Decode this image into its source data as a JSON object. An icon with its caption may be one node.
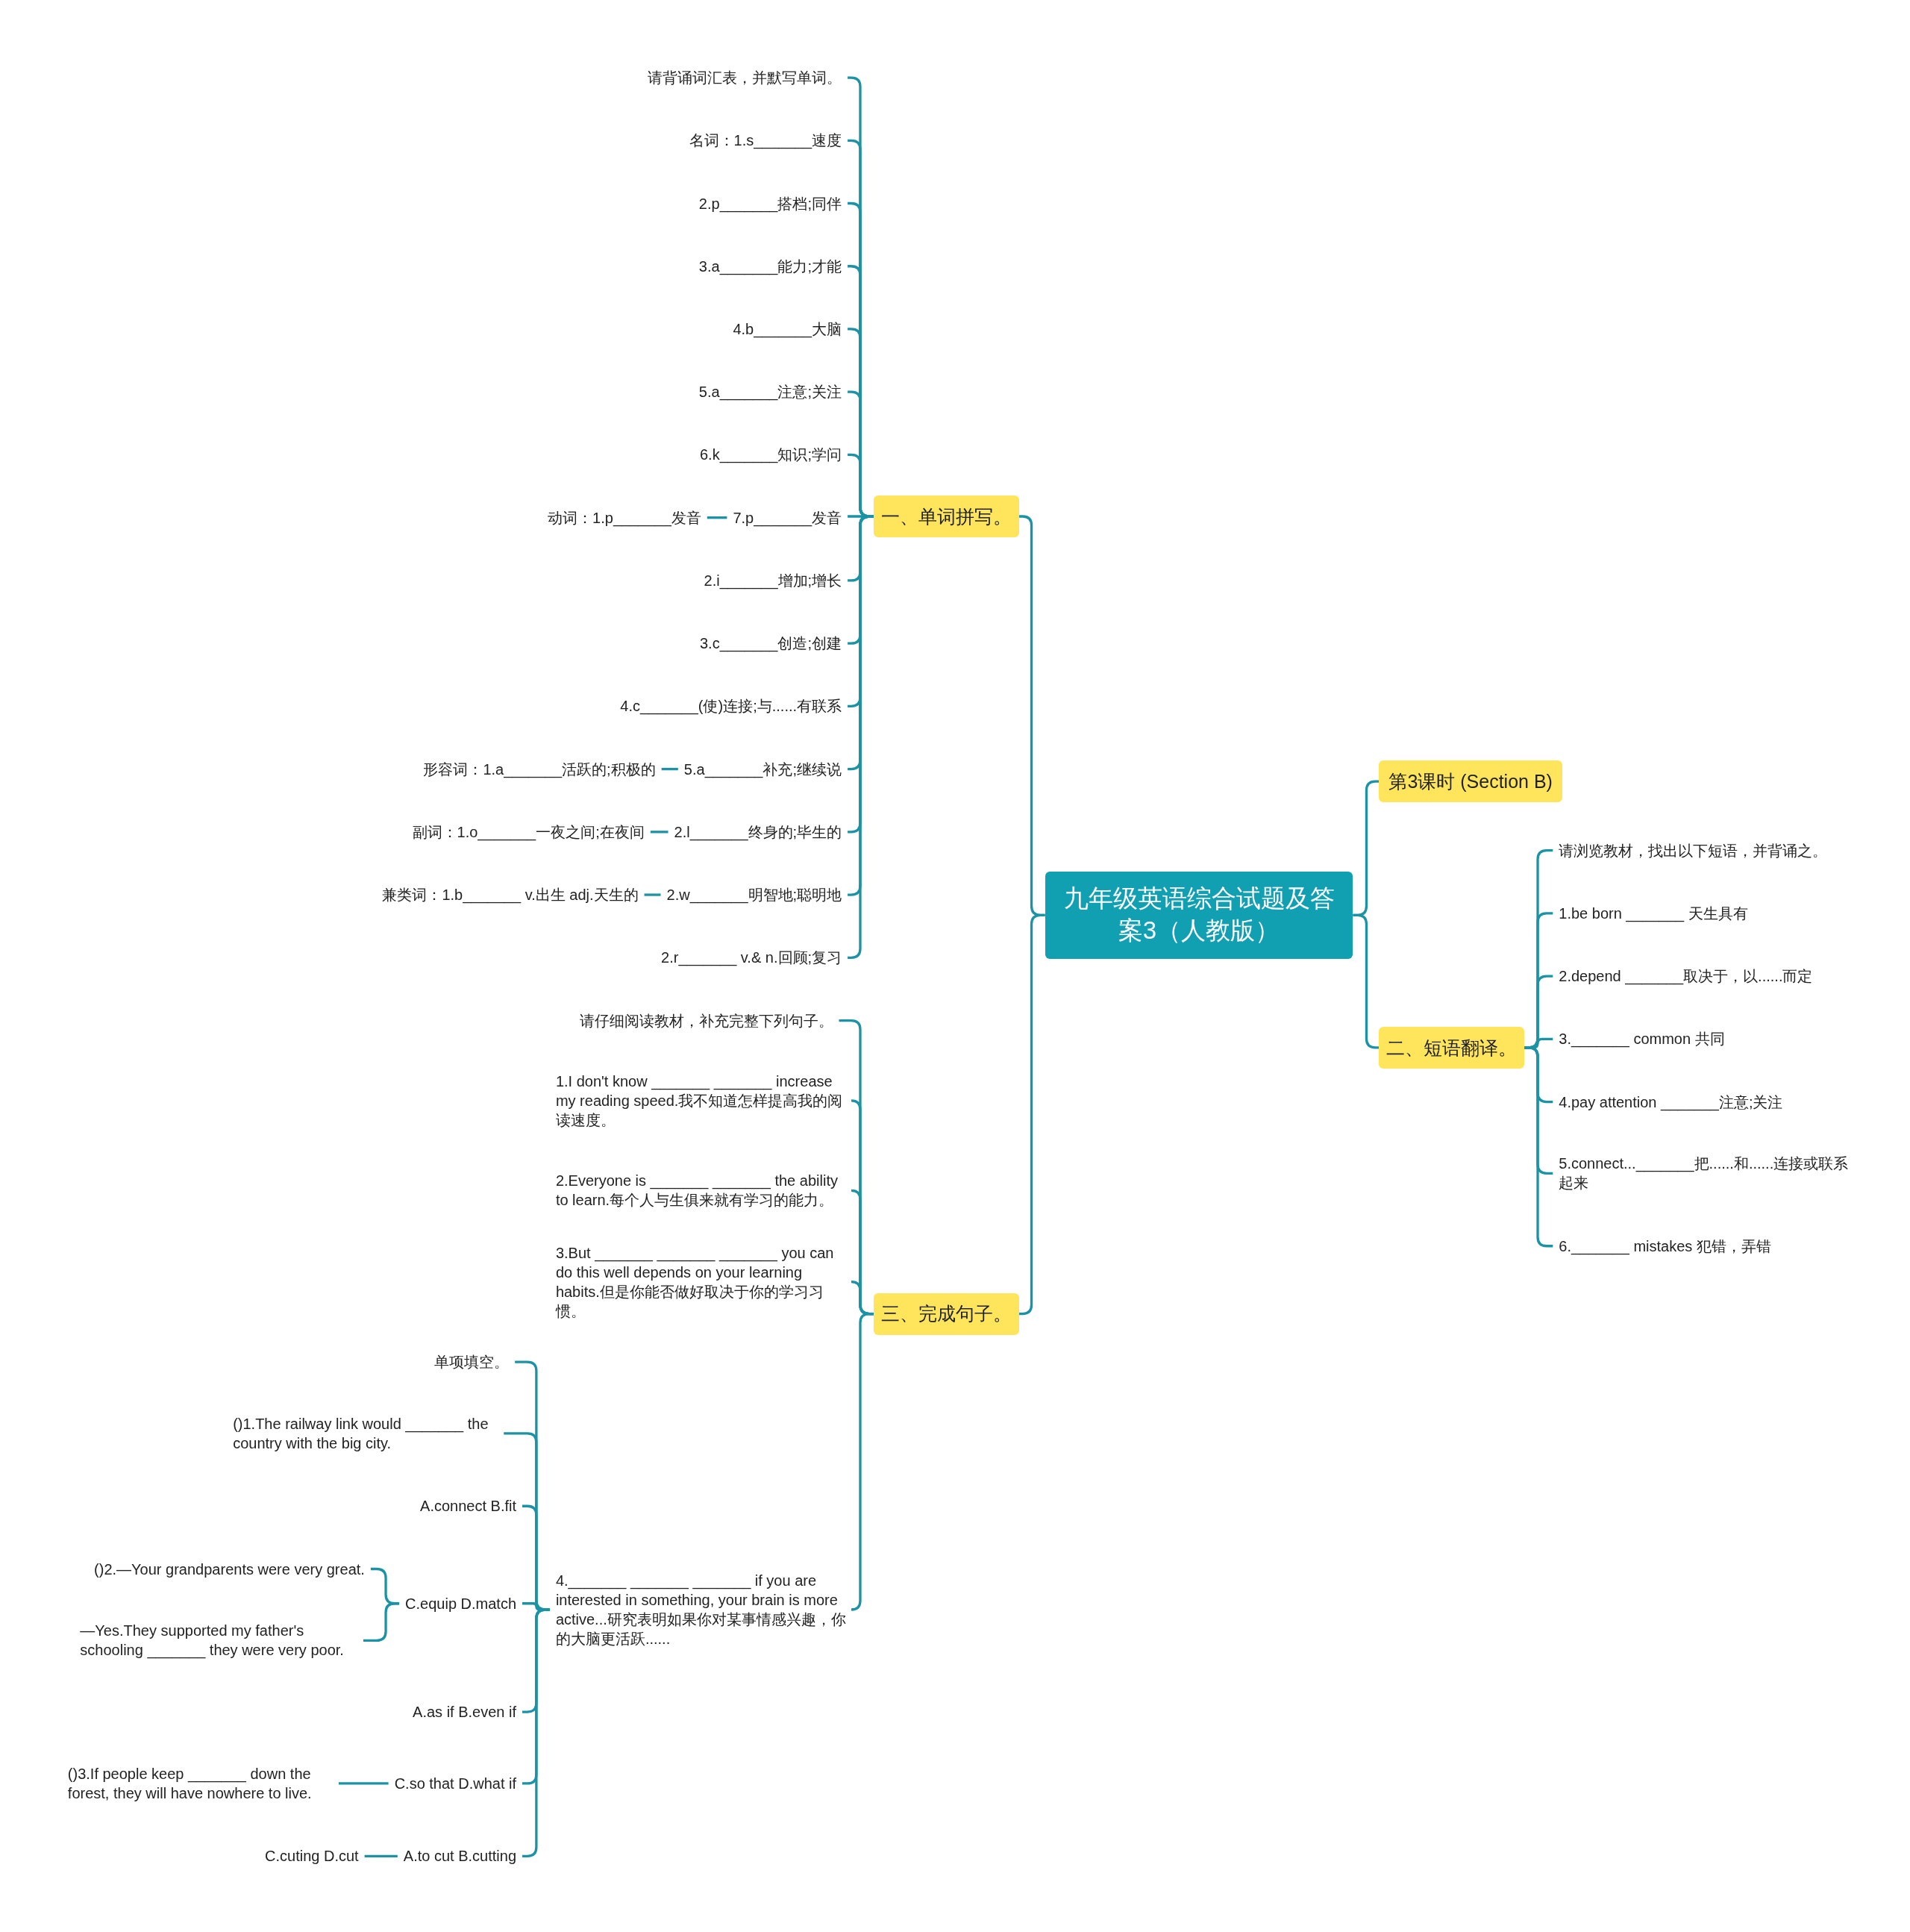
{
  "diagram": {
    "nodes": [
      {
        "text": [
          "九年级英语综合试题及答案3（人教版）"
        ]
      },
      {
        "text": [
          "一、单词拼写。"
        ]
      },
      {
        "text": [
          "三、完成句子。"
        ]
      },
      {
        "text": [
          "第3课时 (Section B)"
        ]
      },
      {
        "text": [
          "二、短语翻译。"
        ]
      },
      {
        "text": [
          "请背诵词汇表，并默写单词。"
        ]
      },
      {
        "text": [
          "名词：1.s_______速度"
        ]
      },
      {
        "text": [
          "2.p_______搭档;同伴"
        ]
      },
      {
        "text": [
          "3.a_______能力;才能"
        ]
      },
      {
        "text": [
          "4.b_______大脑"
        ]
      },
      {
        "text": [
          "5.a_______注意;关注"
        ]
      },
      {
        "text": [
          "6.k_______知识;学问"
        ]
      },
      {
        "text": [
          "7.p_______发音"
        ]
      },
      {
        "text": [
          "动词：1.p_______发音"
        ]
      },
      {
        "text": [
          "2.i_______增加;增长"
        ]
      },
      {
        "text": [
          "3.c_______创造;创建"
        ]
      },
      {
        "text": [
          "4.c_______(使)连接;与......有联系"
        ]
      },
      {
        "text": [
          "5.a_______补充;继续说"
        ]
      },
      {
        "text": [
          "形容词：1.a_______活跃的;积极的"
        ]
      },
      {
        "text": [
          "2.l_______终身的;毕生的"
        ]
      },
      {
        "text": [
          "副词：1.o_______一夜之间;在夜间"
        ]
      },
      {
        "text": [
          "2.w_______明智地;聪明地"
        ]
      },
      {
        "text": [
          "兼类词：1.b_______ v.出生 adj.天生的"
        ]
      },
      {
        "text": [
          "2.r_______ v.& n.回顾;复习"
        ]
      },
      {
        "text": [
          "请仔细阅读教材，补充完整下列句子。"
        ]
      },
      {
        "text": [
          "1.I don't know _______ _______ increase my reading speed.我不知道怎样提高我的阅读速度。"
        ]
      },
      {
        "text": [
          "2.Everyone is _______ _______ the ability to learn.每个人与生俱来就有学习的能力。"
        ]
      },
      {
        "text": [
          "3.But _______ _______ _______ you can do this well depends on your learning habits.但是你能否做好取决于你的学习习惯。"
        ]
      },
      {
        "text": [
          "4._______ _______ _______ if you are interested in something, your brain is more active...研究表明如果你对某事情感兴趣，你的大脑更活跃......"
        ]
      },
      {
        "text": [
          "单项填空。"
        ]
      },
      {
        "text": [
          "()1.The railway link would _______ the country with the big city."
        ]
      },
      {
        "text": [
          "A.connect B.fit"
        ]
      },
      {
        "text": [
          "C.equip D.match"
        ]
      },
      {
        "text": [
          "()2.—Your grandparents were very great."
        ]
      },
      {
        "text": [
          "—Yes.They supported my father's schooling _______ they were very poor."
        ]
      },
      {
        "text": [
          "A.as if B.even if"
        ]
      },
      {
        "text": [
          "C.so that D.what if"
        ]
      },
      {
        "text": [
          "()3.If people keep _______ down the forest, they will have nowhere to live."
        ]
      },
      {
        "text": [
          "A.to cut B.cutting"
        ]
      },
      {
        "text": [
          "C.cuting D.cut"
        ]
      },
      {
        "text": [
          "请浏览教材，找出以下短语，并背诵之。"
        ]
      },
      {
        "text": [
          "1.be born _______ 天生具有"
        ]
      },
      {
        "text": [
          "2.depend _______取决于，以......而定"
        ]
      },
      {
        "text": [
          "3._______ common 共同"
        ]
      },
      {
        "text": [
          "4.pay attention _______注意;关注"
        ]
      },
      {
        "text": [
          "5.connect..._______把......和......连接或联系起来"
        ]
      },
      {
        "text": [
          "6._______ mistakes 犯错，弄错"
        ]
      }
    ],
    "edges": [
      {
        "from": 0,
        "to": 1,
        "arrow": "none"
      },
      {
        "from": 0,
        "to": 2,
        "arrow": "none"
      },
      {
        "from": 0,
        "to": 3,
        "arrow": "none"
      },
      {
        "from": 0,
        "to": 4,
        "arrow": "none"
      },
      {
        "from": 1,
        "to": 5,
        "arrow": "none"
      },
      {
        "from": 1,
        "to": 6,
        "arrow": "none"
      },
      {
        "from": 1,
        "to": 7,
        "arrow": "none"
      },
      {
        "from": 1,
        "to": 8,
        "arrow": "none"
      },
      {
        "from": 1,
        "to": 9,
        "arrow": "none"
      },
      {
        "from": 1,
        "to": 10,
        "arrow": "none"
      },
      {
        "from": 1,
        "to": 11,
        "arrow": "none"
      },
      {
        "from": 1,
        "to": 12,
        "arrow": "none"
      },
      {
        "from": 12,
        "to": 13,
        "arrow": "none"
      },
      {
        "from": 1,
        "to": 14,
        "arrow": "none"
      },
      {
        "from": 1,
        "to": 15,
        "arrow": "none"
      },
      {
        "from": 1,
        "to": 16,
        "arrow": "none"
      },
      {
        "from": 1,
        "to": 17,
        "arrow": "none"
      },
      {
        "from": 17,
        "to": 18,
        "arrow": "none"
      },
      {
        "from": 1,
        "to": 19,
        "arrow": "none"
      },
      {
        "from": 19,
        "to": 20,
        "arrow": "none"
      },
      {
        "from": 1,
        "to": 21,
        "arrow": "none"
      },
      {
        "from": 21,
        "to": 22,
        "arrow": "none"
      },
      {
        "from": 1,
        "to": 23,
        "arrow": "none"
      },
      {
        "from": 2,
        "to": 24,
        "arrow": "none"
      },
      {
        "from": 2,
        "to": 25,
        "arrow": "none"
      },
      {
        "from": 2,
        "to": 26,
        "arrow": "none"
      },
      {
        "from": 2,
        "to": 27,
        "arrow": "none"
      },
      {
        "from": 2,
        "to": 28,
        "arrow": "none"
      },
      {
        "from": 28,
        "to": 29,
        "arrow": "none"
      },
      {
        "from": 28,
        "to": 30,
        "arrow": "none"
      },
      {
        "from": 28,
        "to": 31,
        "arrow": "none"
      },
      {
        "from": 28,
        "to": 32,
        "arrow": "none"
      },
      {
        "from": 32,
        "to": 33,
        "arrow": "none"
      },
      {
        "from": 32,
        "to": 34,
        "arrow": "none"
      },
      {
        "from": 28,
        "to": 35,
        "arrow": "none"
      },
      {
        "from": 28,
        "to": 36,
        "arrow": "none"
      },
      {
        "from": 36,
        "to": 37,
        "arrow": "none"
      },
      {
        "from": 28,
        "to": 38,
        "arrow": "none"
      },
      {
        "from": 38,
        "to": 39,
        "arrow": "none"
      },
      {
        "from": 4,
        "to": 40,
        "arrow": "none"
      },
      {
        "from": 4,
        "to": 41,
        "arrow": "none"
      },
      {
        "from": 4,
        "to": 42,
        "arrow": "none"
      },
      {
        "from": 4,
        "to": 43,
        "arrow": "none"
      },
      {
        "from": 4,
        "to": 44,
        "arrow": "none"
      },
      {
        "from": 4,
        "to": 45,
        "arrow": "none"
      },
      {
        "from": 4,
        "to": 46,
        "arrow": "none"
      }
    ]
  }
}
